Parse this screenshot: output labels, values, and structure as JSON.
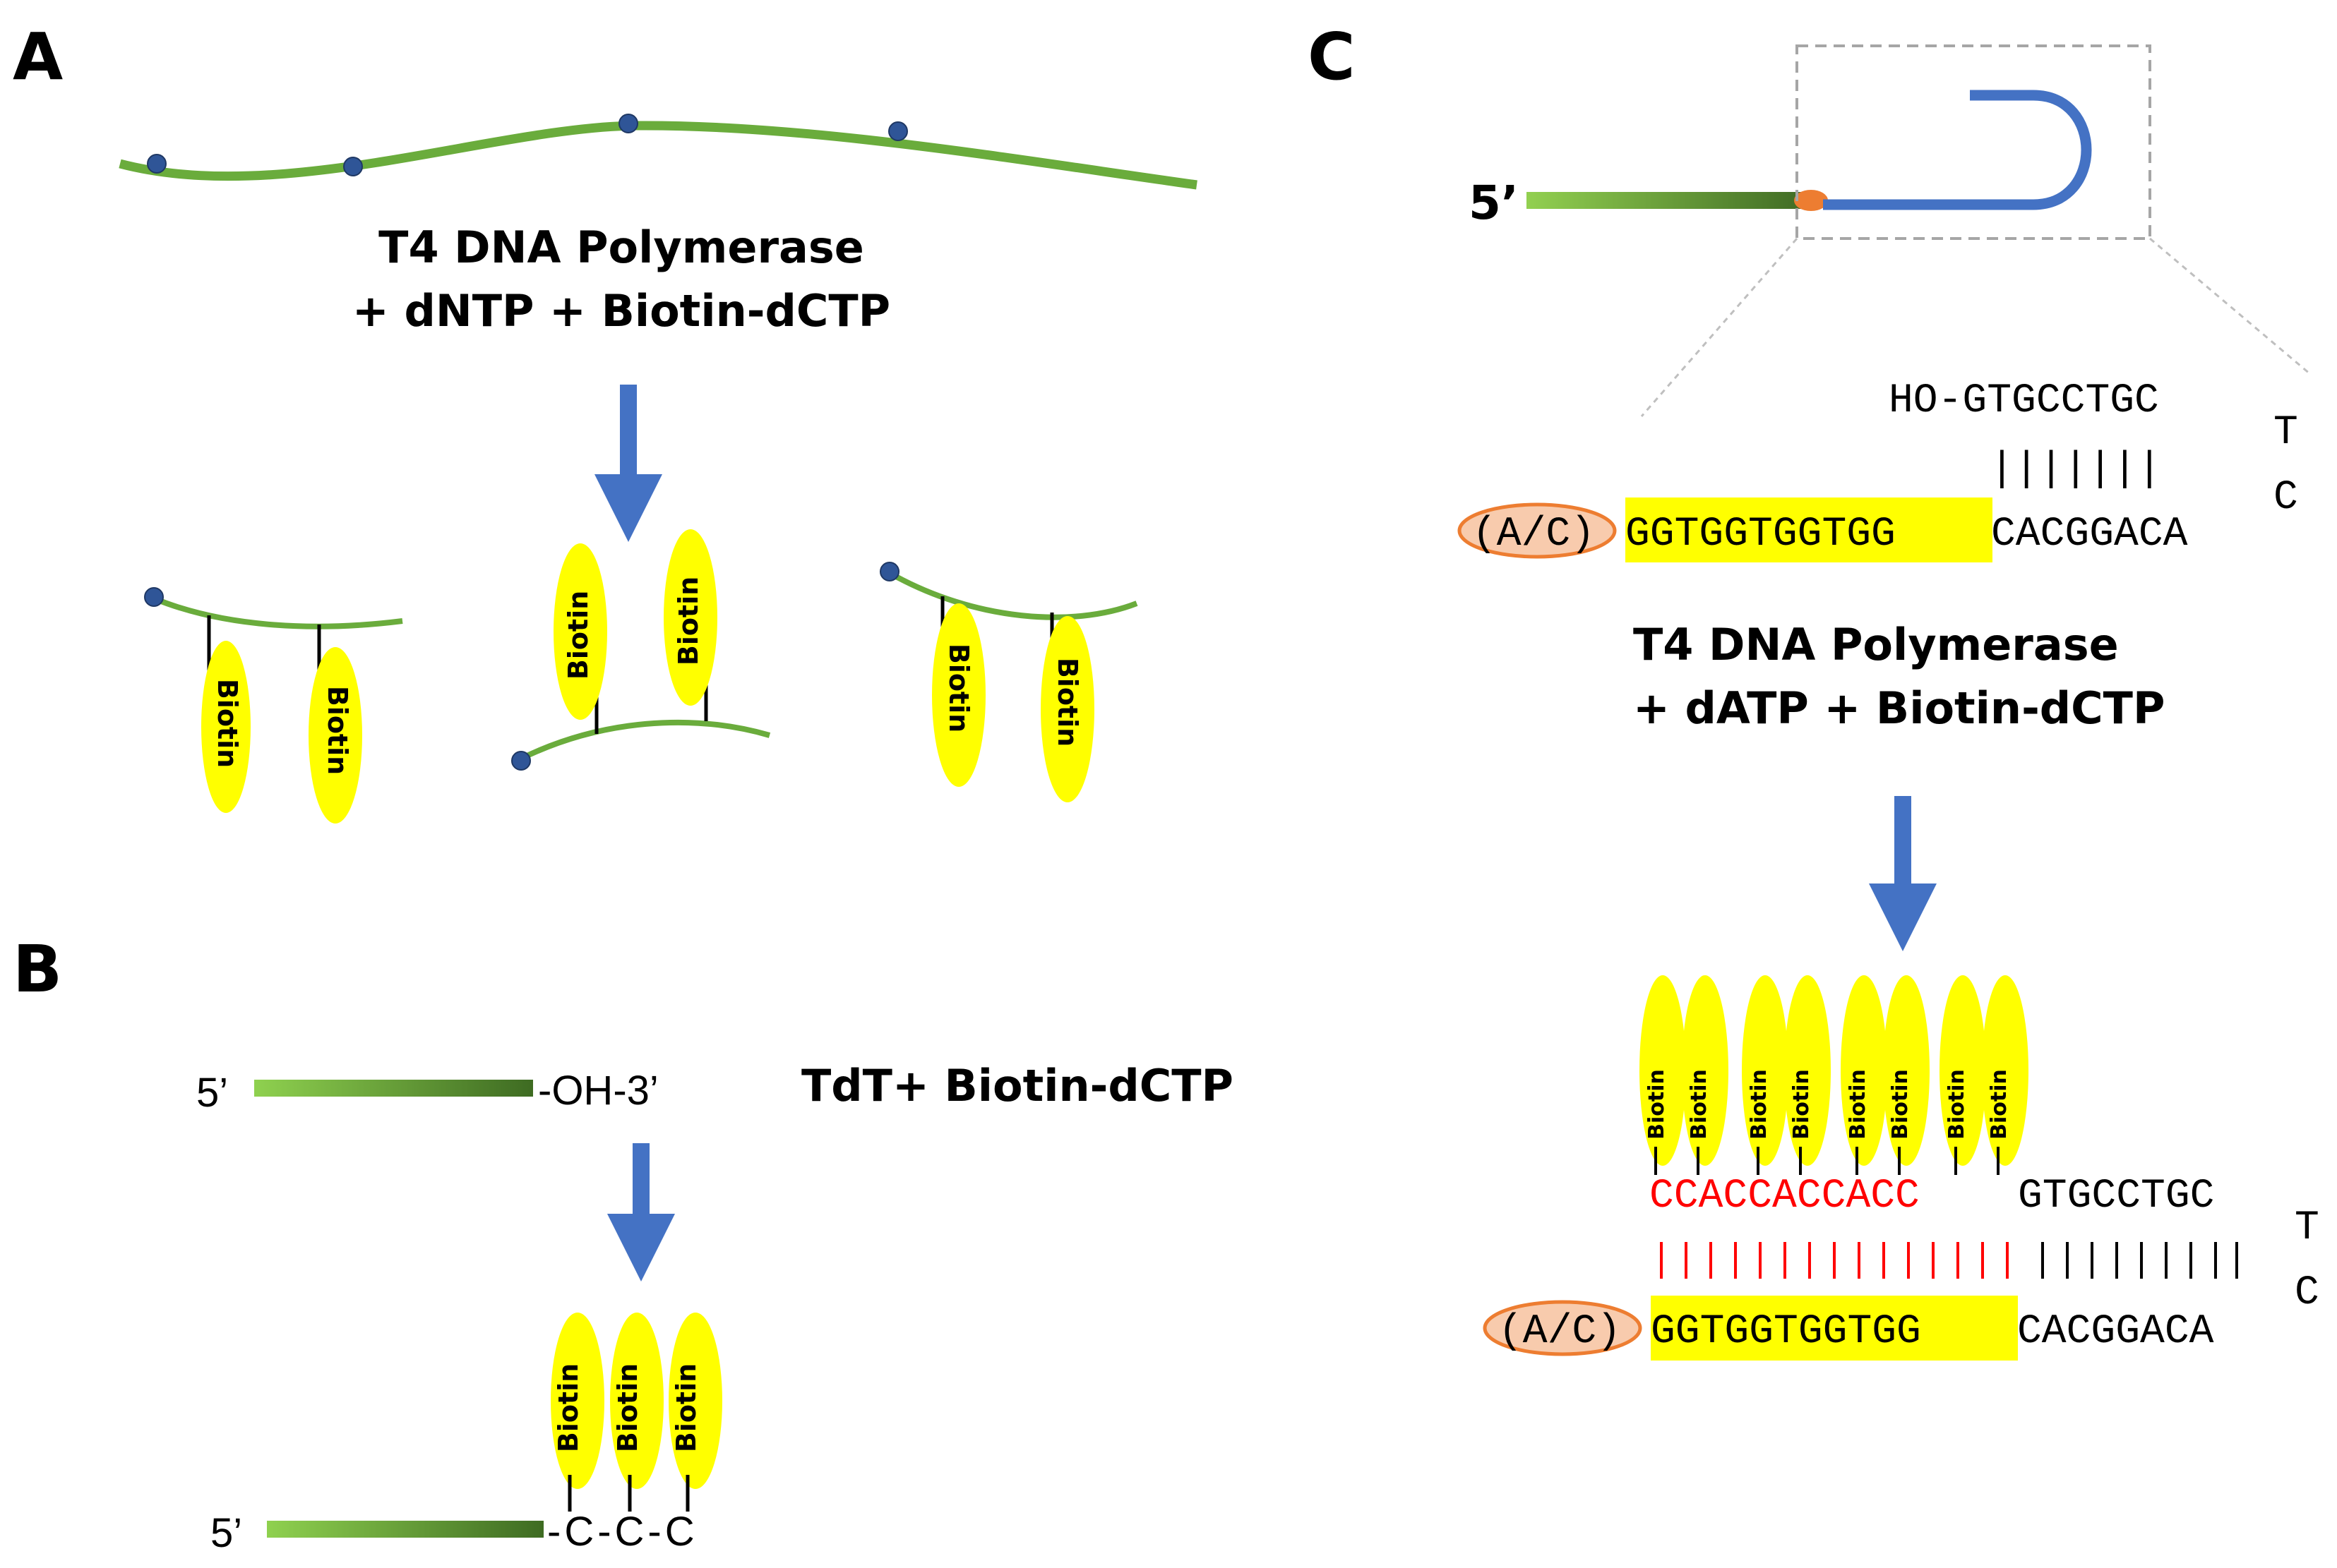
{
  "panels": {
    "a": {
      "letter": "A",
      "reaction_line1": "T4 DNA Polymerase",
      "reaction_line2": "+ dNTP + Biotin-dCTP",
      "label": "Biotin"
    },
    "b": {
      "letter": "B",
      "five_prime": "5’",
      "oh_end": "-OH-3’",
      "reaction": "TdT+ Biotin-dCTP",
      "product_end": "-C-C-C",
      "label": "Biotin"
    },
    "c": {
      "letter": "C",
      "five_prime": "5’",
      "ho_strand": "HO-GTGCCTGC",
      "loop_t": "T",
      "loop_c": "C",
      "pair_marks": "|||||||",
      "ac_label": "(A/C)",
      "ggt_seq": "GGTGGTGGTGG",
      "tail_seq": "CACGGACA",
      "reaction_line1": "T4 DNA Polymerase",
      "reaction_line2": "+ dATP + Biotin-dCTP",
      "new_seq": "CCACCACCACC",
      "top_tail": "GTGCCTGC",
      "label": "Biotin"
    }
  },
  "colors": {
    "dna_green": "#6aac3c",
    "arrow_blue": "#4472c4",
    "biotin_yellow": "#ffff00",
    "new_red": "#ff0000",
    "oval_orange": "#f8cbad",
    "oval_stroke": "#ed7d31"
  }
}
